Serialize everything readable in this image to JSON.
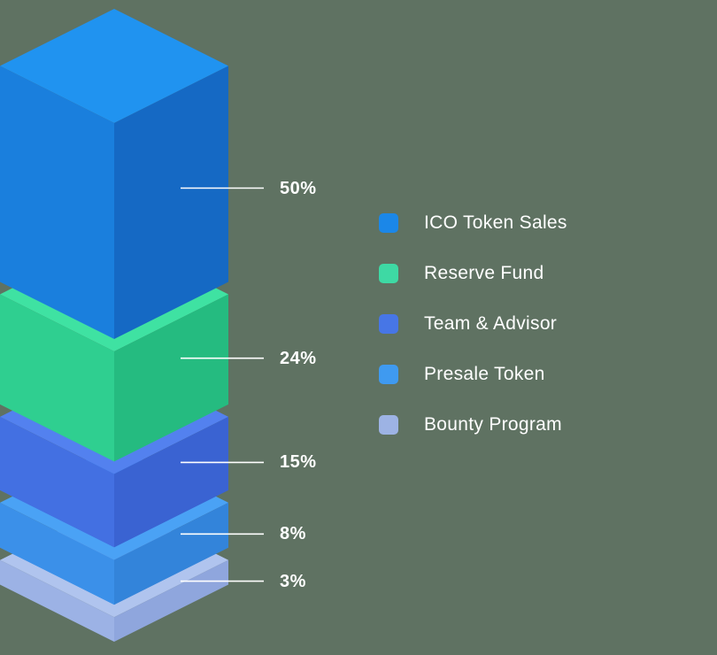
{
  "chart_data": {
    "type": "isometric-stacked-blocks",
    "title": "",
    "legend_position": "right",
    "background_color": "#5f7262",
    "callout_line_color": "#ffffff",
    "text_color": "#ffffff",
    "categories": [
      "ICO Token Sales",
      "Reserve Fund",
      "Team & Advisor",
      "Presale Token",
      "Bounty Program"
    ],
    "values": [
      50,
      24,
      15,
      8,
      3
    ],
    "layers": [
      {
        "label": "ICO Token Sales",
        "value": 50,
        "pct_label": "50%",
        "legend_color": "#1b87e8",
        "colors": {
          "top": "#2093f0",
          "left": "#1a7fdd",
          "right": "#1569c4"
        }
      },
      {
        "label": "Reserve Fund",
        "value": 24,
        "pct_label": "24%",
        "legend_color": "#3ed9a4",
        "colors": {
          "top": "#3fe2a2",
          "left": "#2fcf90",
          "right": "#25bb80"
        }
      },
      {
        "label": "Team & Advisor",
        "value": 15,
        "pct_label": "15%",
        "legend_color": "#4776e6",
        "colors": {
          "top": "#5381ef",
          "left": "#4370e2",
          "right": "#3a63d2"
        }
      },
      {
        "label": "Presale Token",
        "value": 8,
        "pct_label": "8%",
        "legend_color": "#3f9af0",
        "colors": {
          "top": "#4aa2f5",
          "left": "#3b90e9",
          "right": "#3384da"
        }
      },
      {
        "label": "Bounty Program",
        "value": 3,
        "pct_label": "3%",
        "legend_color": "#9db3e4",
        "colors": {
          "top": "#b0c4ee",
          "left": "#9cb2e5",
          "right": "#8fa6dd"
        }
      }
    ]
  }
}
